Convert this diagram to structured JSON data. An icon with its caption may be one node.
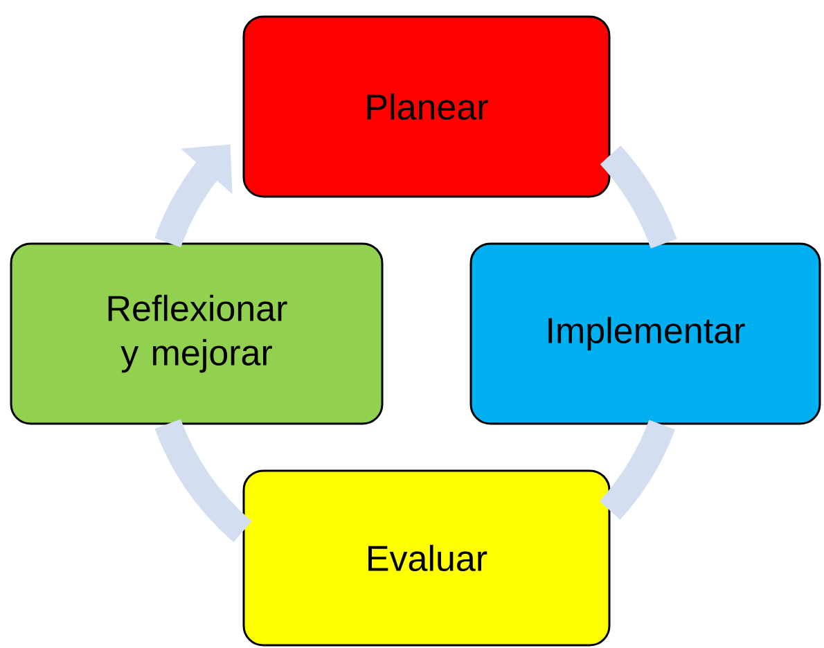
{
  "diagram": {
    "nodes": [
      {
        "text": [
          "Planear"
        ]
      },
      {
        "text": [
          "Implementar"
        ]
      },
      {
        "text": [
          "Evaluar"
        ]
      },
      {
        "text": [
          "Reflexionar y mejorar"
        ]
      }
    ],
    "edges": [
      {
        "from": 0,
        "to": 1,
        "arrow": "none"
      },
      {
        "from": 1,
        "to": 2,
        "arrow": "none"
      },
      {
        "from": 2,
        "to": 3,
        "arrow": "none"
      },
      {
        "from": 3,
        "to": 0,
        "arrow": "to"
      }
    ]
  }
}
